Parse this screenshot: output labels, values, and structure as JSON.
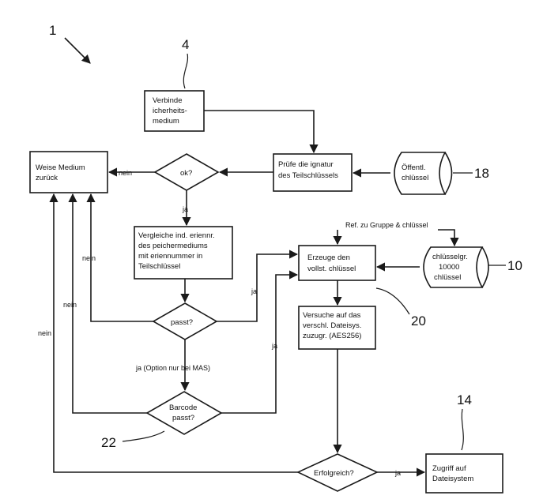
{
  "refs": {
    "r1": "1",
    "r4": "4",
    "r10": "10",
    "r14": "14",
    "r18": "18",
    "r20": "20",
    "r22": "22"
  },
  "boxes": {
    "verbinde": [
      "Verbinde",
      "icherheits-",
      "medium"
    ],
    "pruefe": [
      "Prüfe die  ignatur",
      "des Teilschlüssels"
    ],
    "weise": [
      "Weise Medium",
      "zurück"
    ],
    "vergleiche": [
      "Vergleiche ind.  eriennr.",
      "des  peichermediums",
      "mit  eriennummer in",
      "Teilschlüssel"
    ],
    "erzeuge": [
      "Erzeuge den",
      "vollst.  chlüssel"
    ],
    "versuche": [
      "Versuche auf das",
      "verschl. Dateisys.",
      "zuzugr. (AES256)"
    ],
    "zugriff": [
      "Zugriff auf",
      "Dateisystem"
    ]
  },
  "stores": {
    "oeffentl": [
      "Öffentl.",
      "chlüssel"
    ],
    "schluesselgr": [
      "chlüsselgr.",
      "10000",
      "chlüssel"
    ]
  },
  "decisions": {
    "ok": "ok?",
    "passt": "passt?",
    "barcode": [
      "Barcode",
      "passt?"
    ],
    "erfolgreich": "Erfolgreich?"
  },
  "edge_labels": {
    "nein_ok": "nein",
    "ja_ok": "ja",
    "nein_passt": "nein",
    "ja_passt": "ja",
    "ja_option": "ja (Option nur bei   MAS)",
    "nein_barcode": "nein",
    "ja_barcode": "ja",
    "nein_erfolg": "nein",
    "ja_erfolg": "ja",
    "ref_gruppe": "Ref. zu Gruppe &   chlüssel"
  }
}
